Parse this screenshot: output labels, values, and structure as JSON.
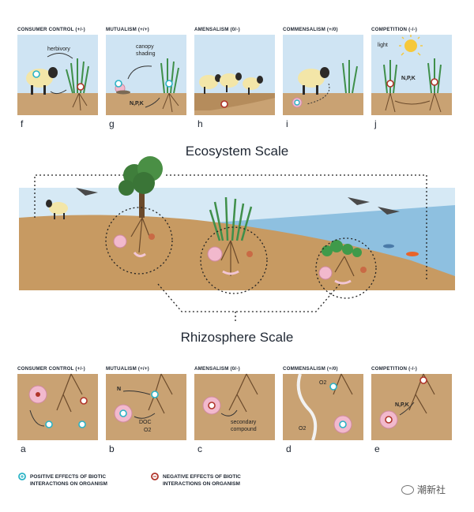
{
  "top_panels": [
    {
      "title": "CONSUMER CONTROL (+/-)",
      "letter": "f",
      "labels": [
        "herbivory"
      ]
    },
    {
      "title": "MUTUALISM (+/+)",
      "letter": "g",
      "labels": [
        "canopy",
        "shading",
        "N,P,K"
      ]
    },
    {
      "title": "AMENSALISM (0/-)",
      "letter": "h",
      "labels": []
    },
    {
      "title": "COMMENSALISM (+/0)",
      "letter": "i",
      "labels": []
    },
    {
      "title": "COMPETITION (-/-)",
      "letter": "j",
      "labels": [
        "light",
        "N,P,K"
      ]
    }
  ],
  "ecosystem_title": "Ecosystem Scale",
  "rhizosphere_title": "Rhizosphere Scale",
  "bottom_panels": [
    {
      "title": "CONSUMER CONTROL (+/-)",
      "letter": "a",
      "labels": []
    },
    {
      "title": "MUTUALISM (+/+)",
      "letter": "b",
      "labels": [
        "N",
        "DOC",
        "O2"
      ]
    },
    {
      "title": "AMENSALISM (0/-)",
      "letter": "c",
      "labels": [
        "secondary",
        "compound"
      ]
    },
    {
      "title": "COMMENSALISM (+/0)",
      "letter": "d",
      "labels": [
        "O2",
        "O2"
      ]
    },
    {
      "title": "COMPETITION (-/-)",
      "letter": "e",
      "labels": [
        "N,P,K"
      ]
    }
  ],
  "legend": {
    "positive_line1": "POSITIVE EFFECTS OF BIOTIC",
    "positive_line2": "INTERACTIONS ON ORGANISM",
    "negative_line1": "NEGATIVE EFFECTS OF BIOTIC",
    "negative_line2": "INTERACTIONS ON ORGANISM"
  },
  "watermark": "潮新社",
  "colors": {
    "sky": "#cfe4f3",
    "soil": "#c9a273",
    "water": "#7fb6dc",
    "positive": "#2bb3c6",
    "negative": "#b0342a",
    "microbe": "#f2b9cd",
    "grass": "#3f8f4a"
  }
}
